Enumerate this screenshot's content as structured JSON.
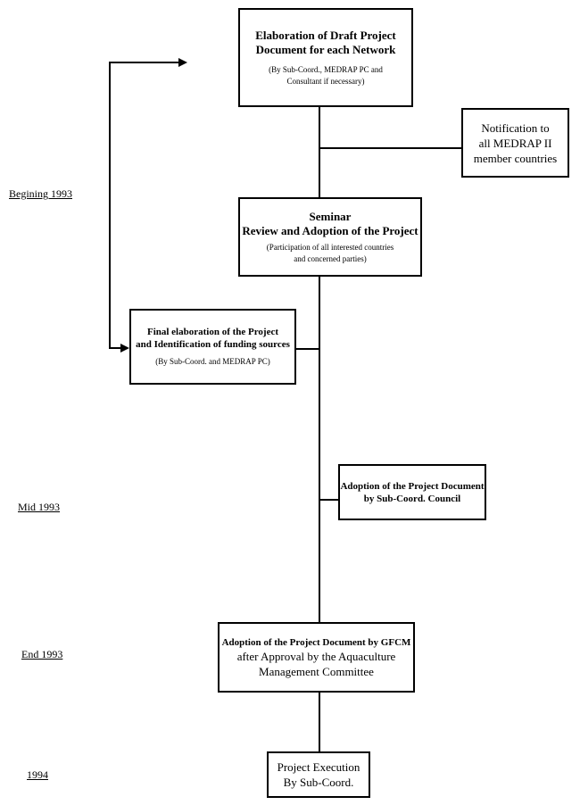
{
  "timeline": {
    "beginning": "Begining 1993",
    "mid": "Mid 1993",
    "end": "End 1993",
    "year_1994": "1994"
  },
  "boxes": {
    "draft": {
      "title_1": "Elaboration of Draft Project",
      "title_2": "Document for each Network",
      "note_1": "(By Sub-Coord., MEDRAP PC and",
      "note_2": "Consultant if necessary)"
    },
    "notification": {
      "line_1": "Notification to",
      "line_2": "all MEDRAP II",
      "line_3": "member countries"
    },
    "seminar": {
      "title_1": "Seminar",
      "title_2": "Review and Adoption of the Project",
      "note_1": "(Participation of all interested countries",
      "note_2": "and concerned parties)"
    },
    "final": {
      "title_1": "Final elaboration of the Project",
      "title_2": "and Identification of funding sources",
      "note": "(By Sub-Coord. and MEDRAP PC)"
    },
    "council": {
      "line_1": "Adoption of the Project Document",
      "line_2": "by Sub-Coord. Council"
    },
    "gfcm": {
      "line_1": "Adoption of the Project Document by GFCM",
      "line_2": "after Approval by the Aquaculture",
      "line_3": "Management Committee"
    },
    "execution": {
      "line_1": "Project Execution",
      "line_2": "By Sub-Coord."
    }
  }
}
